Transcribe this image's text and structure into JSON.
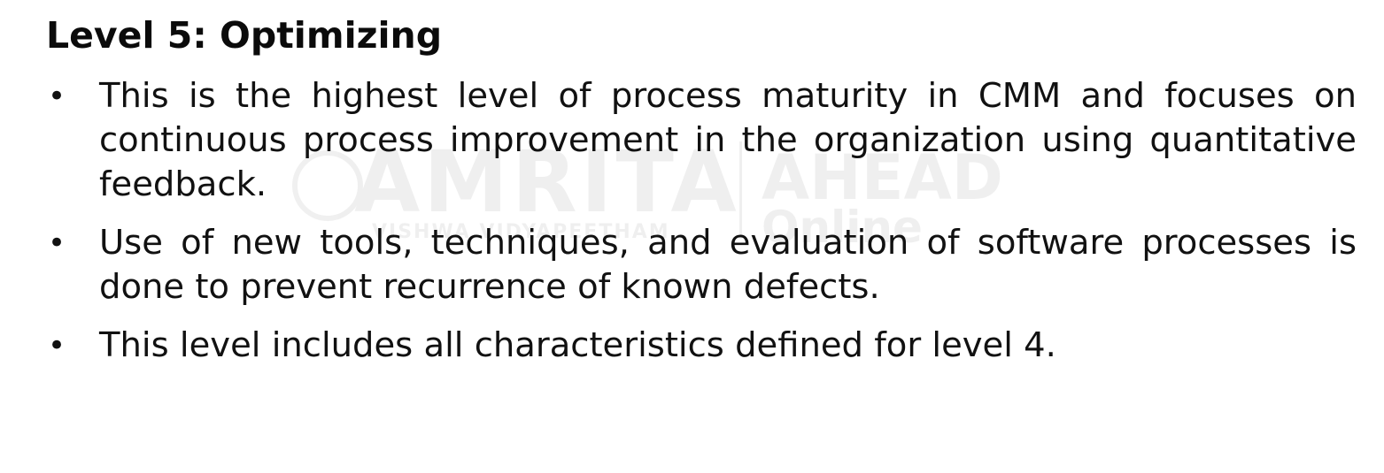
{
  "slide": {
    "title": "Level 5: Optimizing",
    "bullets": [
      {
        "marker": "•",
        "text": "This is the highest level of process maturity in CMM and focuses on continuous process improvement in the organization using quantitative feedback."
      },
      {
        "marker": "•",
        "text": "Use of new tools, techniques, and evaluation of software processes is done to prevent recurrence of known defects."
      },
      {
        "marker": "•",
        "text": "This level includes all characteristics defined for level 4."
      }
    ]
  },
  "watermark": {
    "brand": "AMRITA",
    "subtitle": "VISHWA VIDYAPEETHAM",
    "ahead": "AHEAD",
    "online": "Online"
  },
  "colors": {
    "background": "#ffffff",
    "text": "#111111"
  }
}
